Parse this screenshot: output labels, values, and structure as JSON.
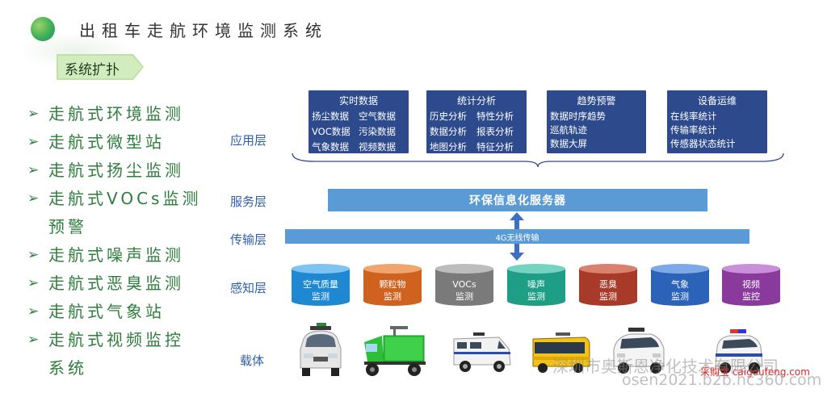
{
  "header": {
    "title": "出租车走航环境监测系统",
    "badge": "系统扩扑"
  },
  "features": [
    {
      "label": "走航式环境监测"
    },
    {
      "label": "走航式微型站"
    },
    {
      "label": "走航式扬尘监测"
    },
    {
      "label": "走航式VOCs监测预警"
    },
    {
      "label": "走航式噪声监测"
    },
    {
      "label": "走航式恶臭监测"
    },
    {
      "label": "走航式气象站"
    },
    {
      "label": "走航式视频监控系统"
    }
  ],
  "layers": {
    "app": "应用层",
    "service": "服务层",
    "transport": "传输层",
    "sensing": "感知层",
    "carrier": "载体"
  },
  "app_boxes": [
    {
      "title": "实时数据",
      "items": [
        "扬尘数据",
        "空气数据",
        "VOC数据",
        "污染数据",
        "气象数据",
        "视频数据"
      ]
    },
    {
      "title": "统计分析",
      "items": [
        "历史分析",
        "特性分析",
        "数据分析",
        "报表分析",
        "地图分析",
        "特征分析"
      ]
    },
    {
      "title": "趋势预警",
      "items": [
        "数据时序趋势",
        "巡航轨迹",
        "数据大屏"
      ]
    },
    {
      "title": "设备运维",
      "items": [
        "在线率统计",
        "传输率统计",
        "传感器状态统计"
      ]
    }
  ],
  "server": "环保信息化服务器",
  "transport_label": "4G无线传输",
  "sensors": [
    {
      "line1": "空气质量",
      "line2": "监测",
      "color": "#1e88d2",
      "top": "#7fc4f0"
    },
    {
      "line1": "颗粒物",
      "line2": "监测",
      "color": "#d0621f",
      "top": "#f0a46e"
    },
    {
      "line1": "VOCs",
      "line2": "监测",
      "color": "#7a7a7a",
      "top": "#bdbdbd"
    },
    {
      "line1": "噪声",
      "line2": "监测",
      "color": "#1f9e86",
      "top": "#76d3c1"
    },
    {
      "line1": "恶臭",
      "line2": "监测",
      "color": "#a83a2a",
      "top": "#d9806f"
    },
    {
      "line1": "气象",
      "line2": "监测",
      "color": "#2a63b8",
      "top": "#7fa8e6"
    },
    {
      "line1": "视频",
      "line2": "监控",
      "color": "#8a3a9c",
      "top": "#c98fd8"
    }
  ],
  "vehicles": [
    {
      "name": "taxi-sedan"
    },
    {
      "name": "tricycle"
    },
    {
      "name": "van"
    },
    {
      "name": "bus"
    },
    {
      "name": "suv"
    },
    {
      "name": "police-car"
    }
  ],
  "watermark": {
    "company": "深圳市奥斯恩净化技术有限公司",
    "site": "osen2021.b2b.hc360.com",
    "red": "采购宝 caigoufeng.com"
  }
}
